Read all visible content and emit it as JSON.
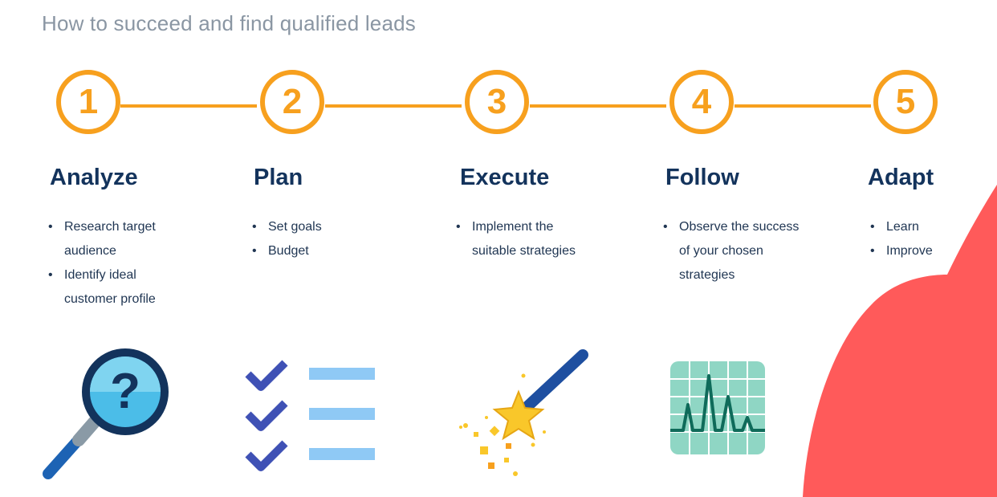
{
  "title": "How to succeed and find qualified leads",
  "steps": [
    {
      "number": "1",
      "title": "Analyze",
      "bullets": [
        "Research target audience",
        "Identify ideal customer profile"
      ],
      "icon": "magnifier-question-icon"
    },
    {
      "number": "2",
      "title": "Plan",
      "bullets": [
        "Set goals",
        "Budget"
      ],
      "icon": "checklist-icon"
    },
    {
      "number": "3",
      "title": "Execute",
      "bullets": [
        "Implement the suitable strategies"
      ],
      "icon": "magic-wand-star-icon"
    },
    {
      "number": "4",
      "title": "Follow",
      "bullets": [
        "Observe the success of your chosen strategies"
      ],
      "icon": "monitor-graph-icon"
    },
    {
      "number": "5",
      "title": "Adapt",
      "bullets": [
        "Learn",
        "Improve"
      ],
      "icon": ""
    }
  ],
  "colors": {
    "accent": "#f7a01e",
    "heading": "#13335c",
    "text": "#1f3552",
    "subtitle": "#8a96a3",
    "blob": "#ff5a5a"
  }
}
